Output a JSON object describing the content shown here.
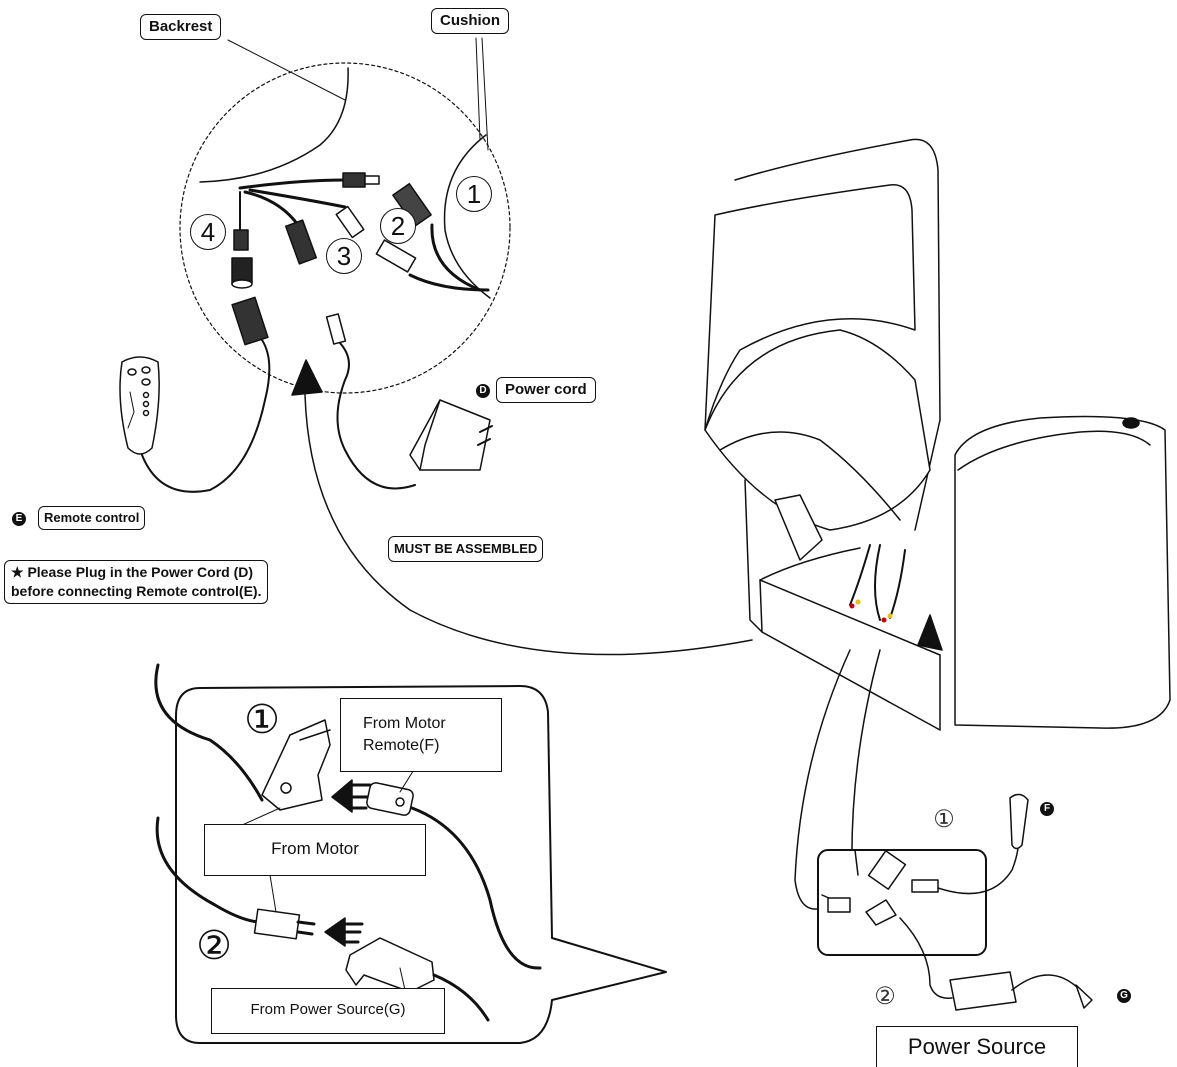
{
  "labels": {
    "backrest": "Backrest",
    "cushion": "Cushion",
    "power_cord": "Power cord",
    "remote_control": "Remote control",
    "must_be_assembled": "MUST BE ASSEMBLED",
    "from_motor_remote_line1": "From Motor",
    "from_motor_remote_line2": "Remote(F)",
    "from_motor": "From Motor",
    "from_power_source": "From Power Source(G)",
    "power_source": "Power Source"
  },
  "note": {
    "star": "★",
    "line1": "Please Plug in the Power Cord (D)",
    "line2": "before connecting Remote control(E)."
  },
  "connectors": {
    "n1": "1",
    "n2": "2",
    "n3": "3",
    "n4": "4"
  },
  "steps": {
    "step1": "①",
    "step2": "②"
  },
  "badges": {
    "d": "D",
    "e": "E",
    "f": "F",
    "g": "G"
  }
}
